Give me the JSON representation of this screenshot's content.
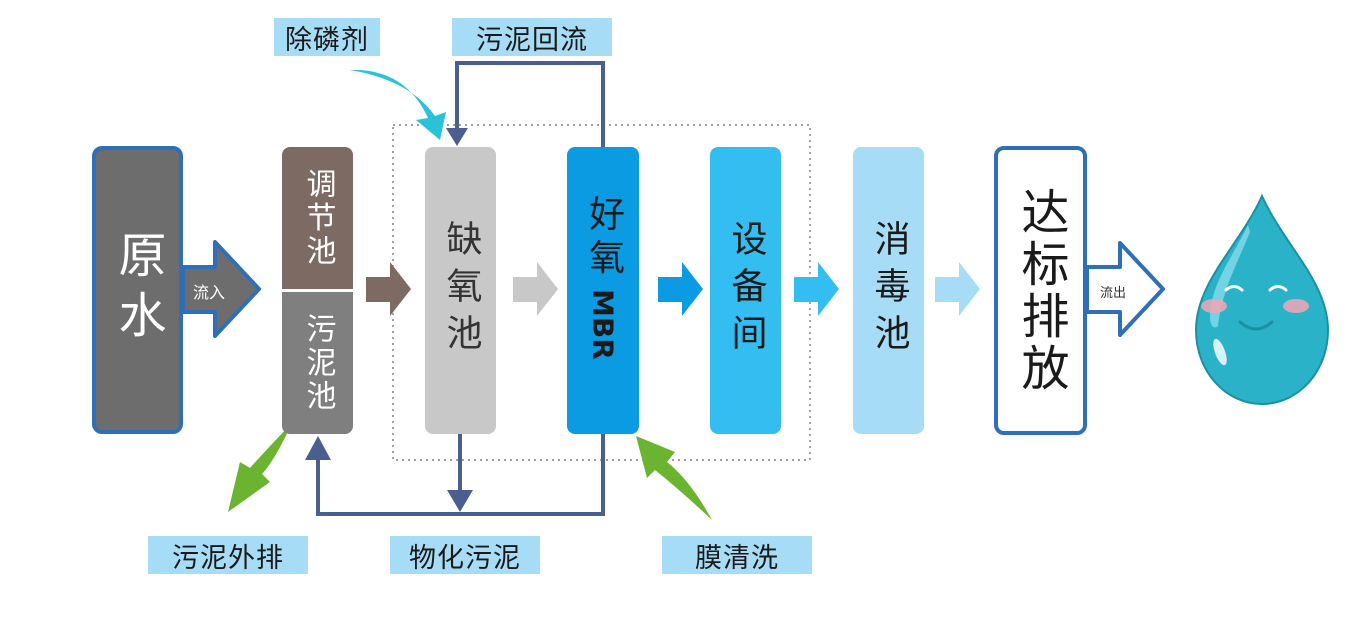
{
  "nodes": {
    "raw_water": "原水",
    "inflow": "流入",
    "regulating_tank": "调节池",
    "sludge_tank": "污泥池",
    "anoxic_tank": "缺氧池",
    "aerobic_mbr_top": "好氧",
    "aerobic_mbr_bottom": "MBR",
    "equipment_room": "设备间",
    "disinfection_tank": "消毒池",
    "discharge": "达标排放",
    "outflow": "流出"
  },
  "labels": {
    "phosphorus_agent": "除磷剂",
    "sludge_return": "污泥回流",
    "sludge_discharge": "污泥外排",
    "physicochemical_sludge": "物化污泥",
    "membrane_cleaning": "膜清洗"
  },
  "colors": {
    "line_blue": "#4a5f8f",
    "frame_blue": "#2f6fb8",
    "raw_gray": "#6d6d6d",
    "brown": "#7c6a63",
    "light_gray": "#c8c8c8",
    "mid_gray": "#7f7f7f",
    "blue_dark": "#0b9be2",
    "blue_mid": "#33bdf0",
    "blue_light": "#a7dcf6",
    "cyan_arrow": "#29c2d9",
    "green_arrow": "#6ab430"
  },
  "icons": [
    "water-drop-icon"
  ]
}
